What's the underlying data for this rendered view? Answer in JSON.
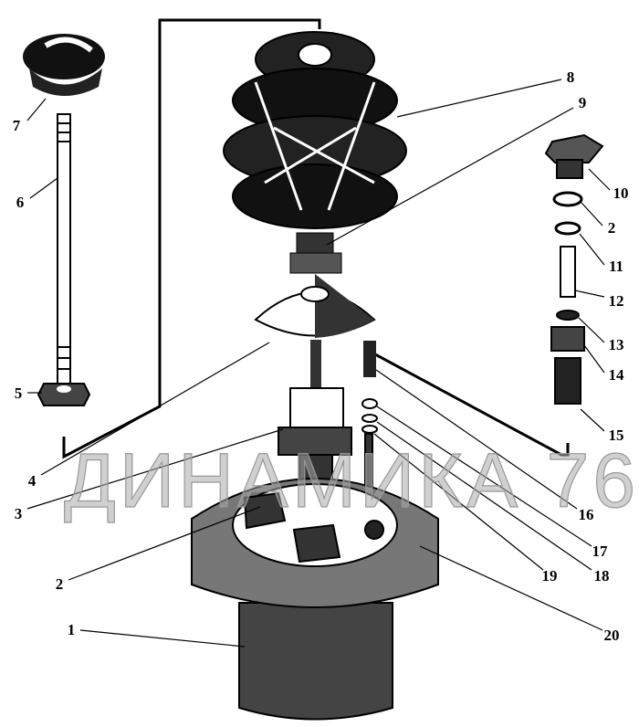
{
  "watermark": "ДИНАМИКА 76",
  "callouts": [
    "1",
    "2",
    "2",
    "3",
    "4",
    "5",
    "6",
    "7",
    "8",
    "9",
    "10",
    "11",
    "12",
    "13",
    "14",
    "15",
    "16",
    "17",
    "18",
    "19",
    "20"
  ]
}
